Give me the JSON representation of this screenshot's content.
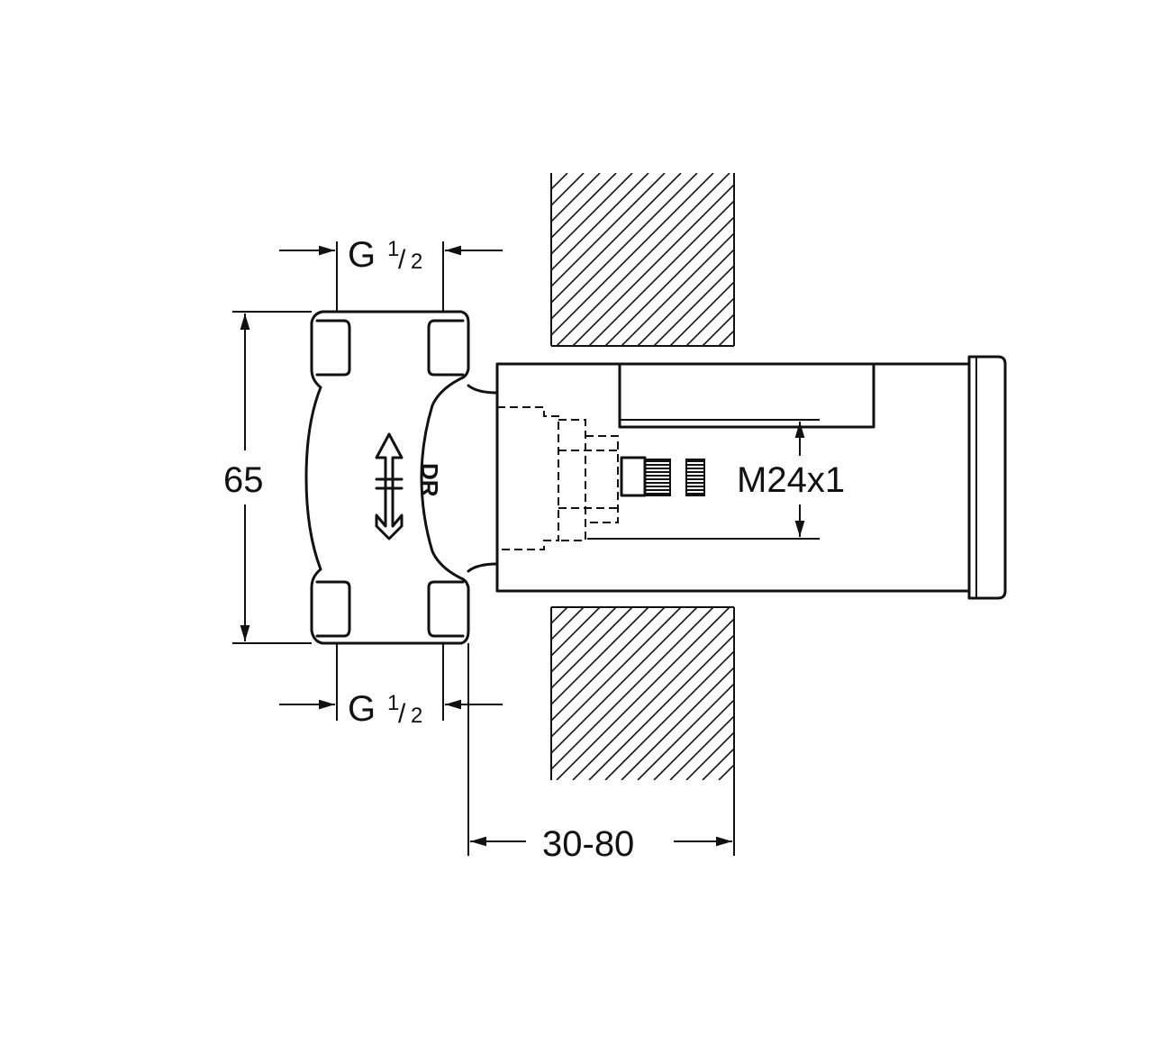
{
  "diagram": {
    "dimensions": {
      "top_thread": {
        "main": "G",
        "fraction_num": "1",
        "fraction_den": "2"
      },
      "bottom_thread": {
        "main": "G",
        "fraction_num": "1",
        "fraction_den": "2"
      },
      "height": "65",
      "inner_thread": "M24x1",
      "wall_depth": "30-80"
    },
    "body_marking": "DR",
    "colors": {
      "line": "#111111",
      "background": "#ffffff"
    }
  }
}
